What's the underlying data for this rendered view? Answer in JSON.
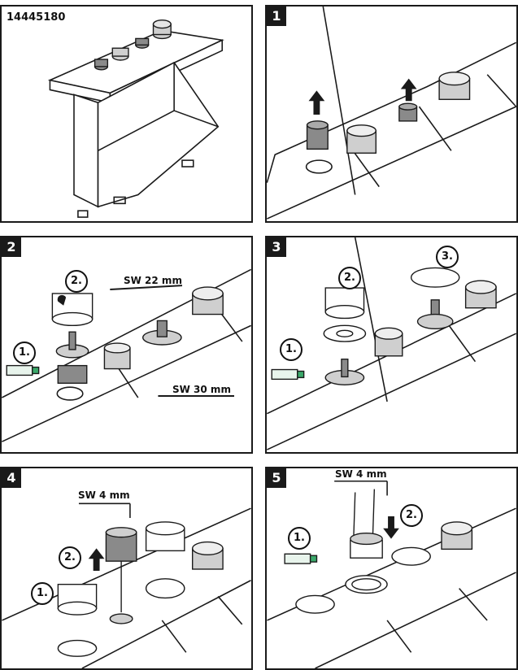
{
  "part_number": "14445180",
  "steps": [
    {
      "number": "1"
    },
    {
      "number": "2",
      "callouts": [
        "1.",
        "2."
      ],
      "tools": [
        "SW 22 mm",
        "SW 30 mm"
      ]
    },
    {
      "number": "3",
      "callouts": [
        "1.",
        "2.",
        "3."
      ]
    },
    {
      "number": "4",
      "callouts": [
        "1.",
        "2."
      ],
      "tools": [
        "SW 4 mm"
      ]
    },
    {
      "number": "5",
      "callouts": [
        "1.",
        "2."
      ],
      "tools": [
        "SW 4 mm"
      ]
    }
  ],
  "colors": {
    "line": "#1a1a1a",
    "part_gray": "#8a8a8a",
    "light_gray": "#cfcfcf",
    "tube_green": "#3aa86a"
  }
}
